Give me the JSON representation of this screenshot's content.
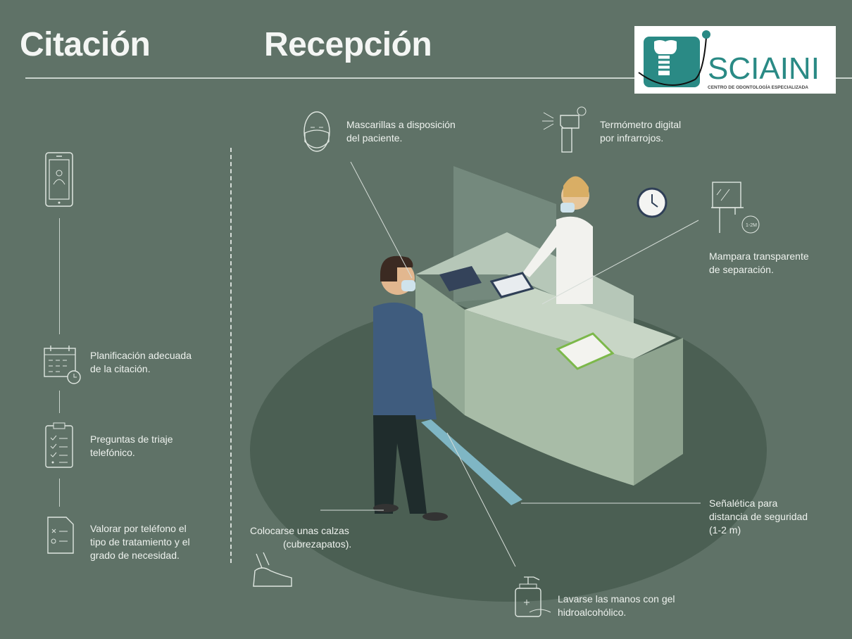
{
  "titles": {
    "left": "Citación",
    "right": "Recepción"
  },
  "citacion_steps": [
    {
      "icon": "calendar-clock-icon",
      "text": [
        "Planificación adecuada",
        "de la citación."
      ]
    },
    {
      "icon": "clipboard-checklist-icon",
      "text": [
        "Preguntas de triaje",
        "telefónico."
      ]
    },
    {
      "icon": "form-document-icon",
      "text": [
        "Valorar por teléfono el",
        "tipo de tratamiento y el",
        "grado de necesidad."
      ]
    }
  ],
  "recepcion_callouts": {
    "mascarillas": [
      "Mascarillas a disposición",
      "del paciente."
    ],
    "termometro": [
      "Termómetro digital",
      "por infrarrojos."
    ],
    "mampara": [
      "Mampara transparente",
      "de separación."
    ],
    "mampara_badge": "1-2M",
    "senaletica": [
      "Señalética para",
      "distancia de seguridad",
      "(1-2 m)"
    ],
    "calzas": [
      "Colocarse unas calzas",
      "(cubrezapatos)."
    ],
    "manos": [
      "Lavarse las manos con gel",
      "hidroalcohólico."
    ]
  },
  "logo": {
    "name": "SCIAINI",
    "tagline": "CENTRO DE ODONTOLOGÍA ESPECIALIZADA"
  },
  "colors": {
    "background": "#5f7267",
    "floor": "#4b5f53",
    "logo_teal": "#2a8a85"
  }
}
